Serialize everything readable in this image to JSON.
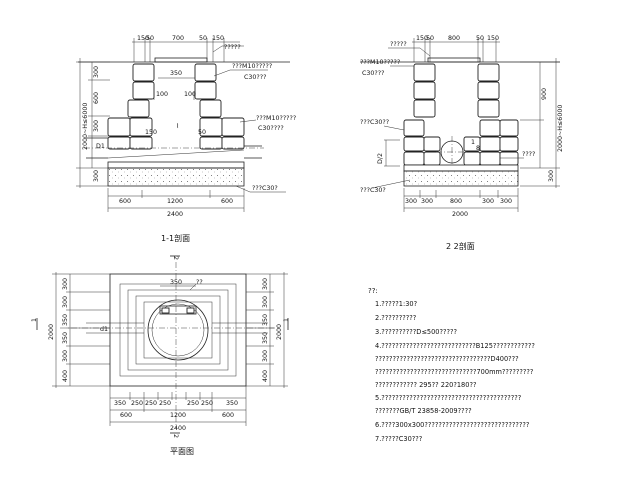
{
  "section_1_1": {
    "title": "1-1剖面",
    "top_dims": [
      "150",
      "50",
      "700",
      "50",
      "150"
    ],
    "bottom_dims": [
      "600",
      "1200",
      "600"
    ],
    "total_width": "2400",
    "left_dims": [
      "300",
      "600",
      "300",
      "300"
    ],
    "left_total": "2000~H≤6000",
    "inner_dims": [
      "350",
      "100",
      "100",
      "150",
      "50"
    ],
    "pipe_label": "D1",
    "labels": [
      "?????",
      "???M10?????",
      "C30???",
      "???M10?????",
      "C30????",
      "???C30?"
    ]
  },
  "section_2_2": {
    "title": "2 2剖面",
    "top_dims": [
      "150",
      "50",
      "800",
      "50",
      "150"
    ],
    "bottom_dims": [
      "300",
      "300",
      "800",
      "300",
      "300"
    ],
    "total_width": "2000",
    "right_dims": [
      "900",
      "300"
    ],
    "right_total": "2000~H≤6000",
    "pipe_label": "D/2",
    "inner_labels": [
      "1",
      "8"
    ],
    "labels": [
      "?????",
      "???M10?????",
      "C30???",
      "???C30??",
      "????",
      "???C30?"
    ]
  },
  "plan": {
    "title": "平面图",
    "section_mark": "2",
    "side_mark": "1",
    "top_dims": [
      "350",
      "??"
    ],
    "left_dims": [
      "300",
      "300",
      "350",
      "350",
      "300",
      "400"
    ],
    "left_total": "2000",
    "right_dims": [
      "300",
      "300",
      "350",
      "350",
      "300",
      "400"
    ],
    "right_total": "2000",
    "bottom_dims_row1": [
      "350",
      "250",
      "250",
      "250",
      "250",
      "250",
      "350"
    ],
    "bottom_dims_row2": [
      "600",
      "1200",
      "600"
    ],
    "total_width": "2400",
    "pipe_label": "d1"
  },
  "notes": {
    "heading": "??:",
    "items": [
      "1.?????1:30?",
      "2.??????????",
      "3.??????????D≤500?????",
      "4.???????????????????????????B125????????????",
      "   ?????????????????????????????????D400???",
      "   ?????????????????????????????700mm?????????",
      "   ???????????? 295?? 220?180??",
      "5.????????????????????????????????????????",
      "   ???????GB/T 23858-2009????",
      "6.????300x300??????????????????????????????",
      "7.?????C30???"
    ]
  }
}
